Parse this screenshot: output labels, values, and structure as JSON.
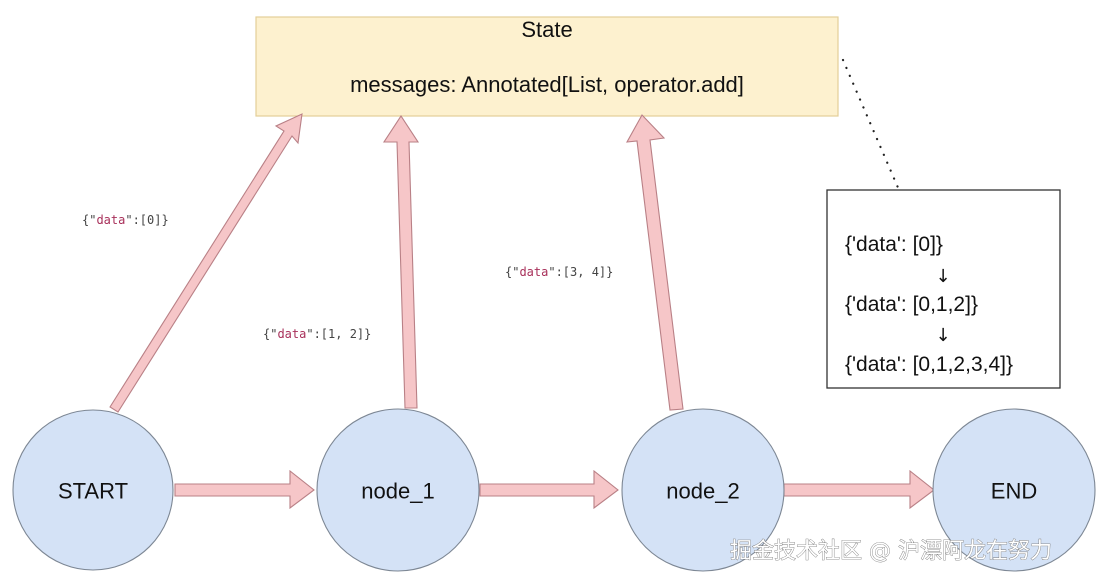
{
  "state": {
    "title": "State",
    "field": "messages: Annotated[List, operator.add]"
  },
  "nodes": [
    {
      "id": "start",
      "label": "START"
    },
    {
      "id": "node_1",
      "label": "node_1"
    },
    {
      "id": "node_2",
      "label": "node_2"
    },
    {
      "id": "end",
      "label": "END"
    }
  ],
  "edges": [
    {
      "from": "START",
      "to": "node_1"
    },
    {
      "from": "node_1",
      "to": "node_2"
    },
    {
      "from": "node_2",
      "to": "END"
    }
  ],
  "updates": [
    {
      "from": "START",
      "to": "State",
      "payload_open": "{\"",
      "payload_key": "data",
      "payload_close": "\":[0]}"
    },
    {
      "from": "node_1",
      "to": "State",
      "payload_open": "{\"",
      "payload_key": "data",
      "payload_close": "\":[1, 2]}"
    },
    {
      "from": "node_2",
      "to": "State",
      "payload_open": "{\"",
      "payload_key": "data",
      "payload_close": "\":[3, 4]}"
    }
  ],
  "state_log": {
    "lines": [
      "{'data': [0]}",
      "{'data': [0,1,2]}",
      "{'data': [0,1,2,3,4]}"
    ],
    "separator": "↓"
  },
  "watermark": "掘金技术社区 @ 沪漂阿龙在努力",
  "colors": {
    "state_fill": "#fdf1cf",
    "node_fill": "#d4e2f6",
    "arrow_fill": "#f6c6c8",
    "payload_key": "#a8305a"
  }
}
